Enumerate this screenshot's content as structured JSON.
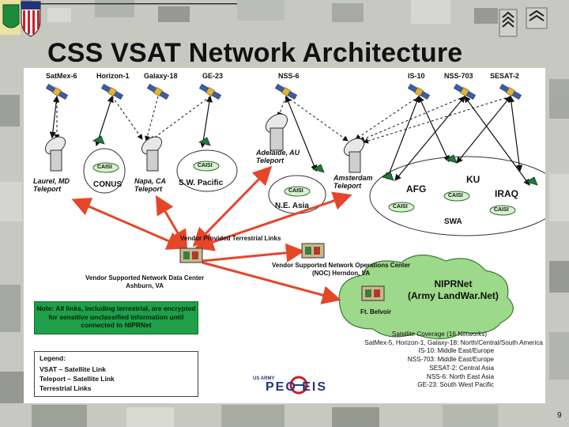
{
  "slide": {
    "title": "CSS VSAT Network Architecture",
    "page_number": "9"
  },
  "satellites": [
    {
      "id": "satmex6",
      "label": "SatMex-6"
    },
    {
      "id": "horizon1",
      "label": "Horizon-1"
    },
    {
      "id": "galaxy18",
      "label": "Galaxy-18"
    },
    {
      "id": "ge23",
      "label": "GE-23"
    },
    {
      "id": "nss6",
      "label": "NSS-6"
    },
    {
      "id": "is10",
      "label": "IS-10"
    },
    {
      "id": "nss703",
      "label": "NSS-703"
    },
    {
      "id": "sesat2",
      "label": "SESAT-2"
    }
  ],
  "nodes": {
    "laurel": "Laurel, MD\nTeleport",
    "conus": "CONUS",
    "napa": "Napa, CA\nTeleport",
    "sw_pacific": "S.W. Pacific",
    "adelaide": "Adelaide, AU\nTeleport",
    "ne_asia": "N.E. Asia",
    "amsterdam": "Amsterdam\nTeleport",
    "afg": "AFG",
    "ku": "KU",
    "iraq": "IRAQ",
    "swa": "SWA",
    "caisi": "CAISI",
    "terrestrial_links": "Vendor Provided Terrestrial Links",
    "data_center": "Vendor Supported Network Data Center\nAshburn, VA",
    "noc": "Vendor Supported Network Operations Center\n(NOC) Herndon, VA",
    "niprnet": "NIPRNet\n(Army LandWar.Net)",
    "ft_belvoir": "Ft. Belvoir"
  },
  "note": "Note: All links, including terrestrial, are encrypted for sensitive unclassified information until connected to NIPRNet",
  "legend": {
    "title": "Legend:",
    "rows": [
      "VSAT – Satellite Link",
      "Teleport – Satellite Link",
      "Terrestrial Links"
    ]
  },
  "coverage": {
    "heading": "Satellite Coverage (16 Networks)",
    "lines": [
      "SatMex-5, Horizon-1, Galaxy-18: North/Central/South America",
      "IS-10: Middle East/Europe",
      "NSS-703: Middle East/Europe",
      "SESAT-2: Central Asia",
      "NSS-6: North East Asia",
      "GE-23: South West Pacific"
    ]
  },
  "logo": {
    "text": "PEO EIS",
    "top_text": "US ARMY"
  },
  "colors": {
    "terrestrial": "#e5462a",
    "cloud": "#9dd98a",
    "cloud_border": "#3d7a36",
    "note_bg": "#1f9f49",
    "caisi": "#d7f2cf"
  }
}
